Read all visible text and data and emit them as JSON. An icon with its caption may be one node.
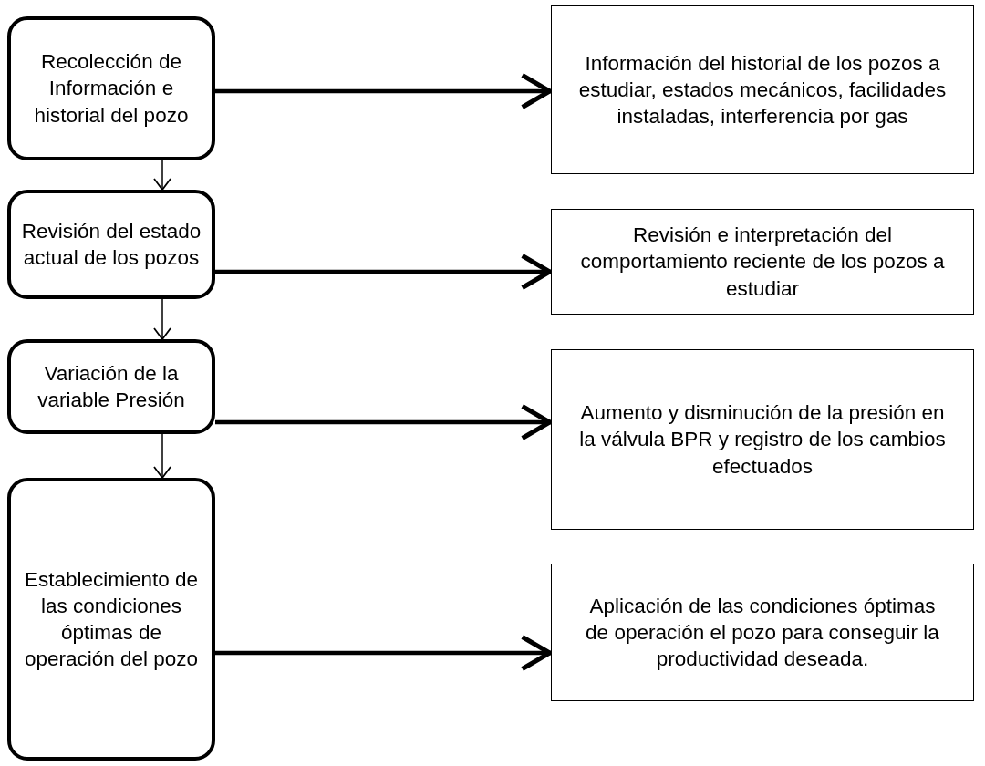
{
  "diagram": {
    "nodes": [
      {
        "text": [
          "Recolección de Información e historial del pozo"
        ]
      },
      {
        "text": [
          "Información del historial de los pozos a estudiar, estados mecánicos, facilidades instaladas, interferencia por gas"
        ]
      },
      {
        "text": [
          "Revisión del estado actual de los pozos"
        ]
      },
      {
        "text": [
          "Revisión e interpretación del comportamiento reciente de los pozos a estudiar"
        ]
      },
      {
        "text": [
          "Variación de la variable Presión"
        ]
      },
      {
        "text": [
          "Aumento y disminución de la presión en la válvula BPR y registro de los cambios efectuados"
        ]
      },
      {
        "text": [
          "Establecimiento de las condiciones óptimas de operación del pozo"
        ]
      },
      {
        "text": [
          "Aplicación de las condiciones óptimas de operación el pozo para conseguir la productividad deseada."
        ]
      }
    ],
    "edges": [
      {
        "from": 0,
        "to": 1,
        "arrow": "to"
      },
      {
        "from": 0,
        "to": 2,
        "arrow": "to"
      },
      {
        "from": 2,
        "to": 3,
        "arrow": "to"
      },
      {
        "from": 2,
        "to": 4,
        "arrow": "to"
      },
      {
        "from": 4,
        "to": 5,
        "arrow": "to"
      },
      {
        "from": 4,
        "to": 6,
        "arrow": "to"
      },
      {
        "from": 6,
        "to": 7,
        "arrow": "to"
      }
    ]
  }
}
